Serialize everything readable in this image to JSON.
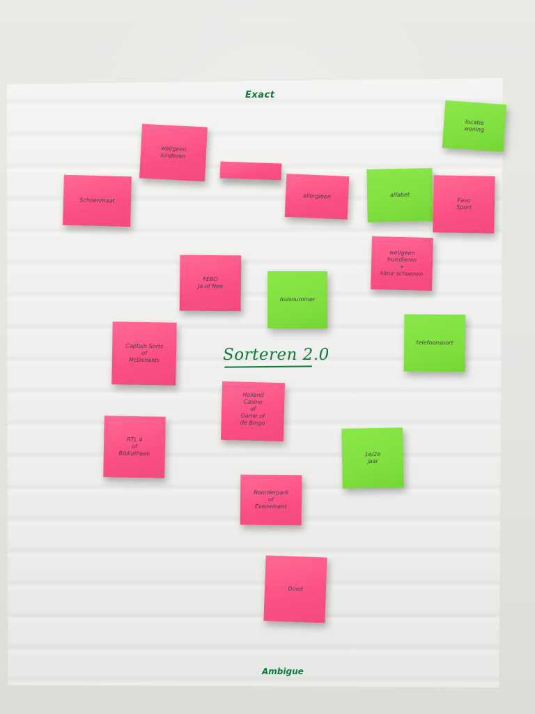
{
  "board": {
    "top_label": "Exact",
    "bottom_label": "Ambigue",
    "center_title": "Sorteren 2.0"
  },
  "notes": [
    {
      "id": "n1",
      "color": "pink",
      "text": "wel/geen\nkinderen"
    },
    {
      "id": "n2",
      "color": "pink",
      "text": ""
    },
    {
      "id": "n3",
      "color": "green",
      "text": "locatie\nwoning"
    },
    {
      "id": "n4",
      "color": "pink",
      "text": "Schoenmaat"
    },
    {
      "id": "n5",
      "color": "pink",
      "text": "allergieen"
    },
    {
      "id": "n6",
      "color": "green",
      "text": "alfabet"
    },
    {
      "id": "n7",
      "color": "pink",
      "text": "Favo\nSport"
    },
    {
      "id": "n8",
      "color": "pink",
      "text": "wel/geen\nhuisdieren\n+\nkleur schoenen"
    },
    {
      "id": "n9",
      "color": "pink",
      "text": "FEBO\nJa of Nee"
    },
    {
      "id": "n10",
      "color": "green",
      "text": "huisnummer"
    },
    {
      "id": "n11",
      "color": "pink",
      "text": "Captain Sorts\nof\nMcDonalds"
    },
    {
      "id": "n12",
      "color": "green",
      "text": "telefoonsoort"
    },
    {
      "id": "n13",
      "color": "pink",
      "text": "Holland\nCasino\nof\nGame of\nde Bingo"
    },
    {
      "id": "n14",
      "color": "pink",
      "text": "RTL 4\nof\nBibliotheek"
    },
    {
      "id": "n15",
      "color": "green",
      "text": "1e/2e\njaar"
    },
    {
      "id": "n16",
      "color": "pink",
      "text": "Noorderpark\nof\nEvenement"
    },
    {
      "id": "n17",
      "color": "pink",
      "text": "Dood"
    }
  ]
}
